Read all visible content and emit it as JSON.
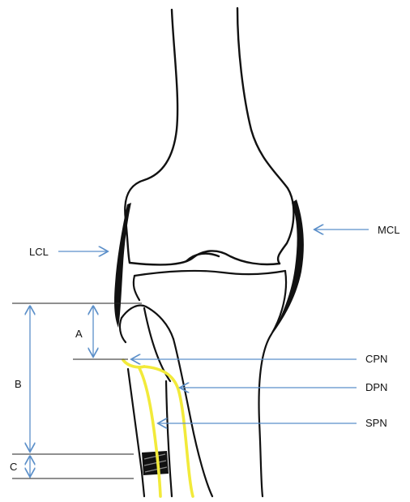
{
  "labels": {
    "mcl": "MCL",
    "lcl": "LCL",
    "a": "A",
    "b": "B",
    "c": "C",
    "cpn": "CPN",
    "dpn": "DPN",
    "spn": "SPN"
  },
  "colors": {
    "outline": "#111111",
    "ligament": "#111111",
    "nerve": "#f2ea3a",
    "arrow": "#5b8fc9",
    "measure": "#5b8fc9",
    "reference_line": "#222222"
  }
}
